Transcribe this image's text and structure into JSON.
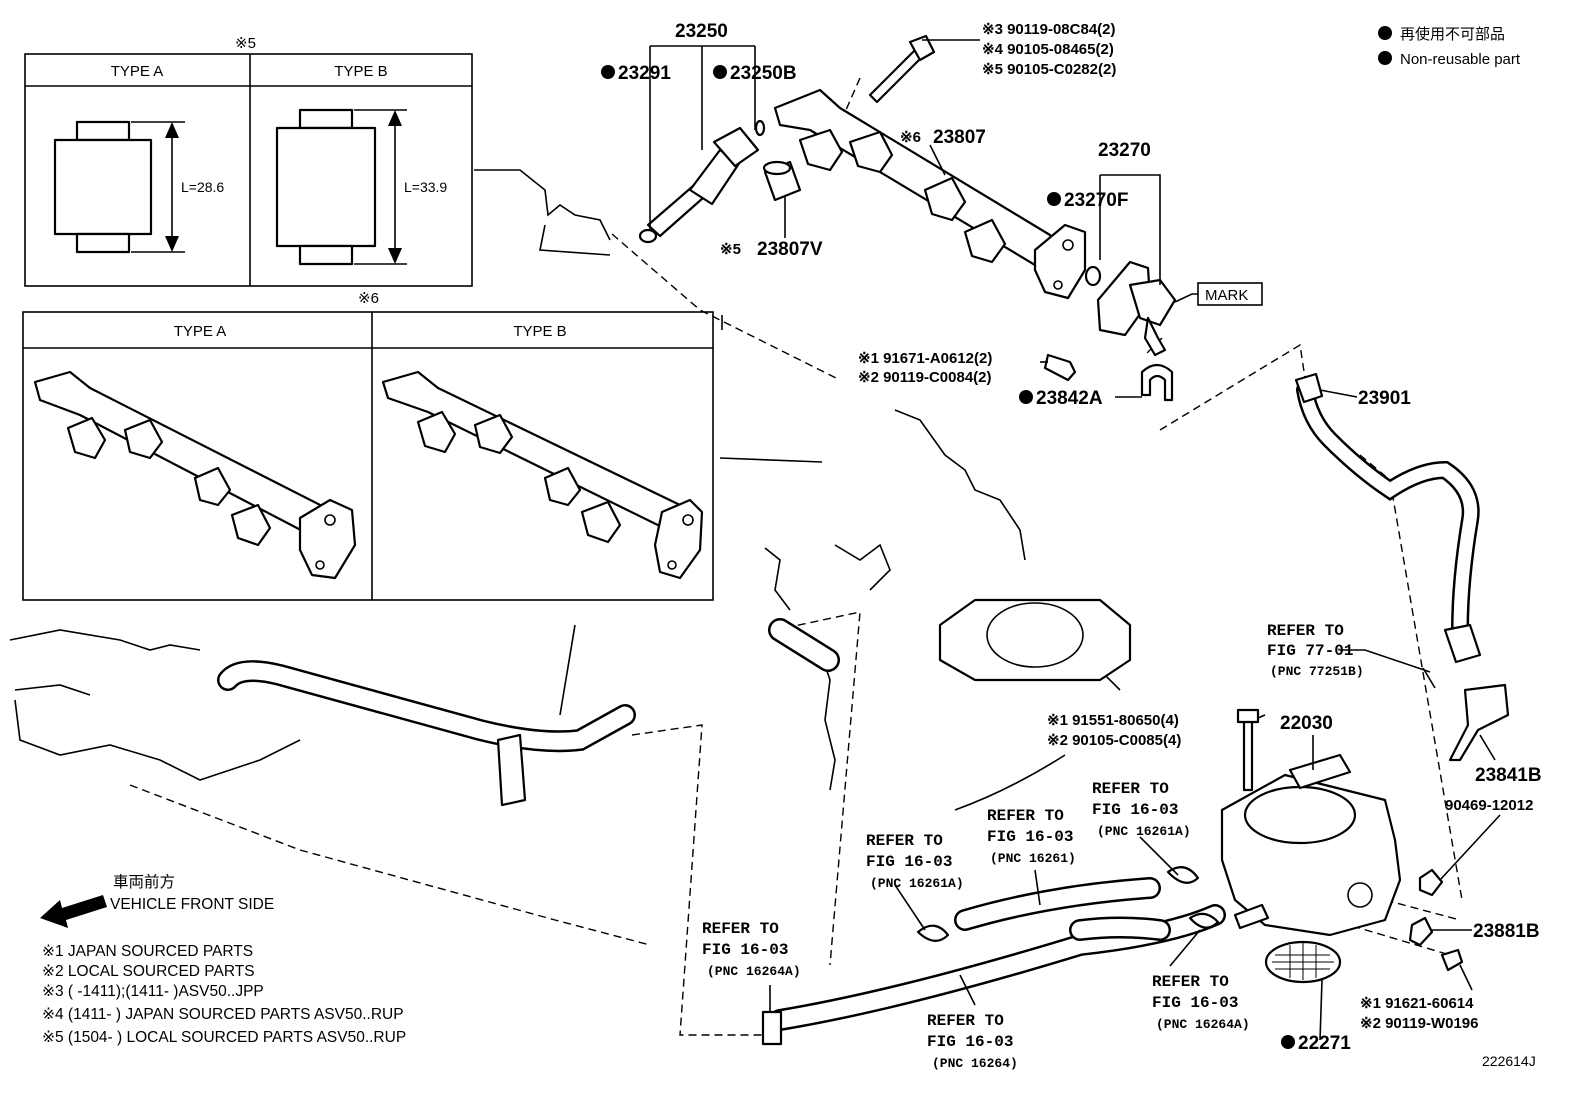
{
  "legend": {
    "jp": "再使用不可部品",
    "en": "Non-reusable part"
  },
  "inset5": {
    "title": "※5",
    "type_a": "TYPE A",
    "type_b": "TYPE B",
    "dim_a": "L=28.6",
    "dim_b": "L=33.9"
  },
  "inset6": {
    "title": "※6",
    "type_a": "TYPE A",
    "type_b": "TYPE B"
  },
  "parts": {
    "p23250": "23250",
    "p23291": "23291",
    "p23250B": "23250B",
    "p23807V_mark": "※5",
    "p23807V": "23807V",
    "p23807_mark": "※6",
    "p23807": "23807",
    "bolt3": "※3 90119-08C84(2)",
    "bolt4": "※4 90105-08465(2)",
    "bolt5": "※5 90105-C0282(2)",
    "p23270": "23270",
    "p23270F": "23270F",
    "mark_label": "MARK",
    "bolt1a": "※1 91671-A0612(2)",
    "bolt2a": "※2 90119-C0084(2)",
    "p23842A": "23842A",
    "p23901": "23901",
    "bolt1b": "※1 91551-80650(4)",
    "bolt2b": "※2 90105-C0085(4)",
    "p22030": "22030",
    "p23841B": "23841B",
    "p90469": "90469-12012",
    "p23881B": "23881B",
    "bolt1c": "※1 91621-60614",
    "bolt2c": "※2 90119-W0196",
    "p22271": "22271",
    "fig_id": "222614J"
  },
  "refs": [
    {
      "line1": "REFER TO",
      "line2": "FIG 77-01",
      "line3": "(PNC 77251B)"
    },
    {
      "line1": "REFER TO",
      "line2": "FIG 16-03",
      "line3": "(PNC 16261A)"
    },
    {
      "line1": "REFER TO",
      "line2": "FIG 16-03",
      "line3": "(PNC 16261)"
    },
    {
      "line1": "REFER TO",
      "line2": "FIG 16-03",
      "line3": "(PNC 16261A)"
    },
    {
      "line1": "REFER TO",
      "line2": "FIG 16-03",
      "line3": "(PNC 16264A)"
    },
    {
      "line1": "REFER TO",
      "line2": "FIG 16-03",
      "line3": "(PNC 16264A)"
    },
    {
      "line1": "REFER TO",
      "line2": "FIG 16-03",
      "line3": "(PNC 16264)"
    }
  ],
  "notes": {
    "front_jp": "車両前方",
    "front_en": "VEHICLE FRONT SIDE",
    "n1": "※1 JAPAN SOURCED PARTS",
    "n2": "※2 LOCAL SOURCED PARTS",
    "n3": "※3 (        -1411);(1411-        )ASV50..JPP",
    "n4": "※4 (1411-        ) JAPAN SOURCED PARTS ASV50..RUP",
    "n5": "※5 (1504-        ) LOCAL SOURCED PARTS ASV50..RUP"
  }
}
